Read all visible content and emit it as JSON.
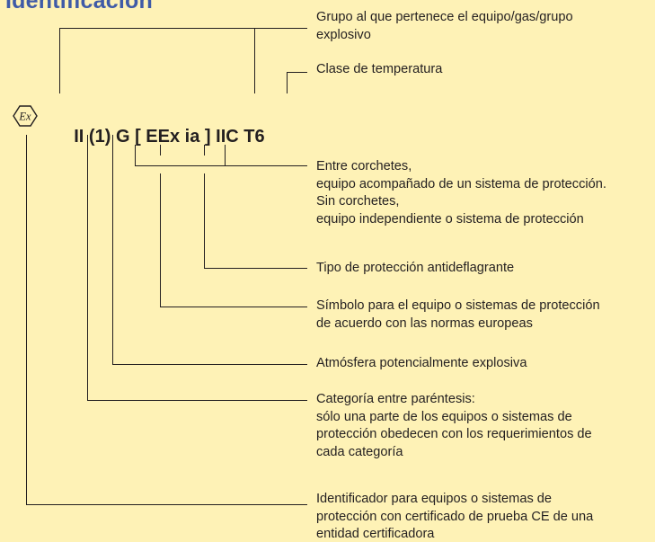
{
  "title": "Identificación",
  "marking": {
    "group": "II",
    "category": "(1)",
    "atmosphere": "G",
    "bracket_open": "[",
    "eex": "EEx",
    "protection": "ia",
    "bracket_close": "]",
    "gas_group": "IIC",
    "temp_class": "T6"
  },
  "labels": {
    "group": [
      "Grupo al que pertenece el equipo/gas/grupo",
      "explosivo"
    ],
    "temperature": [
      "Clase de temperatura"
    ],
    "brackets": [
      "Entre corchetes,",
      "equipo acompañado de un sistema de protección.",
      "Sin corchetes,",
      "equipo independiente o sistema de protección"
    ],
    "protection_type": [
      "Tipo de protección antideflagrante"
    ],
    "symbol": [
      "Símbolo para el equipo o sistemas de protección",
      "de acuerdo con las normas europeas"
    ],
    "atmosphere": [
      "Atmósfera potencialmente explosiva"
    ],
    "category": [
      "Categoría entre paréntesis:",
      "sólo una parte de los equipos o sistemas de",
      "protección obedecen con los requerimientos de",
      "cada categoría"
    ],
    "identifier": [
      "Identificador para equipos o sistemas de",
      "protección con certificado de prueba CE de una",
      "entidad certificadora"
    ]
  },
  "colors": {
    "background": "#fef2b6",
    "title": "#3f5ba7",
    "text": "#231f20"
  },
  "icons": {
    "ex_mark": "ex-hexagon-icon"
  }
}
